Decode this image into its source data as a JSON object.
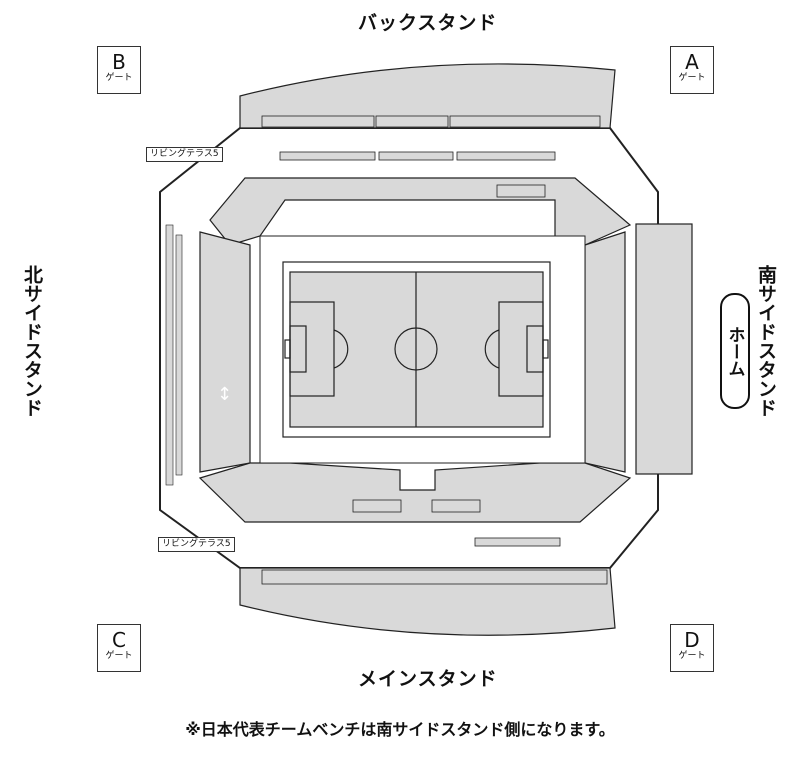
{
  "stands": {
    "back": "バックスタンド",
    "main": "メインスタンド",
    "north": "北サイドスタンド",
    "south": "南サイドスタンド"
  },
  "gates": {
    "a": {
      "letter": "A",
      "word": "ゲート"
    },
    "b": {
      "letter": "B",
      "word": "ゲート"
    },
    "c": {
      "letter": "C",
      "word": "ゲート"
    },
    "d": {
      "letter": "D",
      "word": "ゲート"
    }
  },
  "terraces": {
    "top": "リビングテラス5",
    "bottom": "リビングテラス5"
  },
  "home_label": "ホーム",
  "arrow_symbol": "↕",
  "footnote": "※日本代表チームベンチは南サイドスタンド側になります。",
  "colors": {
    "seat_fill": "#d9d9d9",
    "outline": "#222222",
    "background": "#ffffff"
  }
}
